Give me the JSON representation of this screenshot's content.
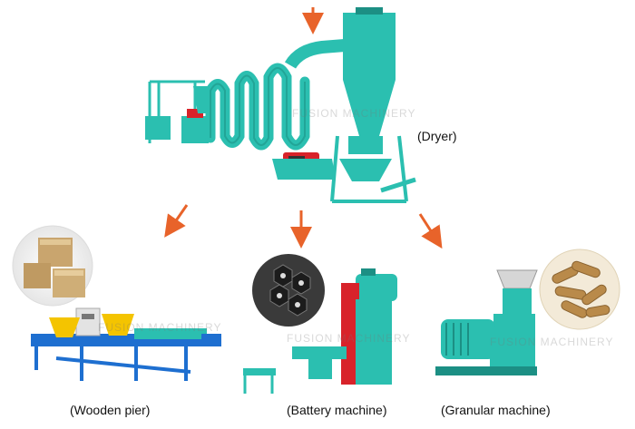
{
  "captions": {
    "dryer": "(Dryer)",
    "wooden_pier": "(Wooden pier)",
    "battery_machine": "(Battery machine)",
    "granular_machine": "(Granular machine)"
  },
  "watermarks": {
    "dryer": "FUSION MACHINERY",
    "wooden_pier": "FUSION MACHINERY",
    "battery_machine": "FUSION MACHINERY",
    "granular_machine": "FUSION MACHINERY"
  },
  "colors": {
    "machine": "#2bbfb0",
    "machine_dark": "#1c8f84",
    "arrow": "#e8632a",
    "accent_red": "#d8232a",
    "accent_yellow": "#f4c400",
    "frame_blue": "#1e6fd0",
    "wood": "#d6b98a"
  },
  "icons": {
    "flow_arrow": "orange-down-arrow",
    "product_bubble": "circular-product-inset"
  }
}
